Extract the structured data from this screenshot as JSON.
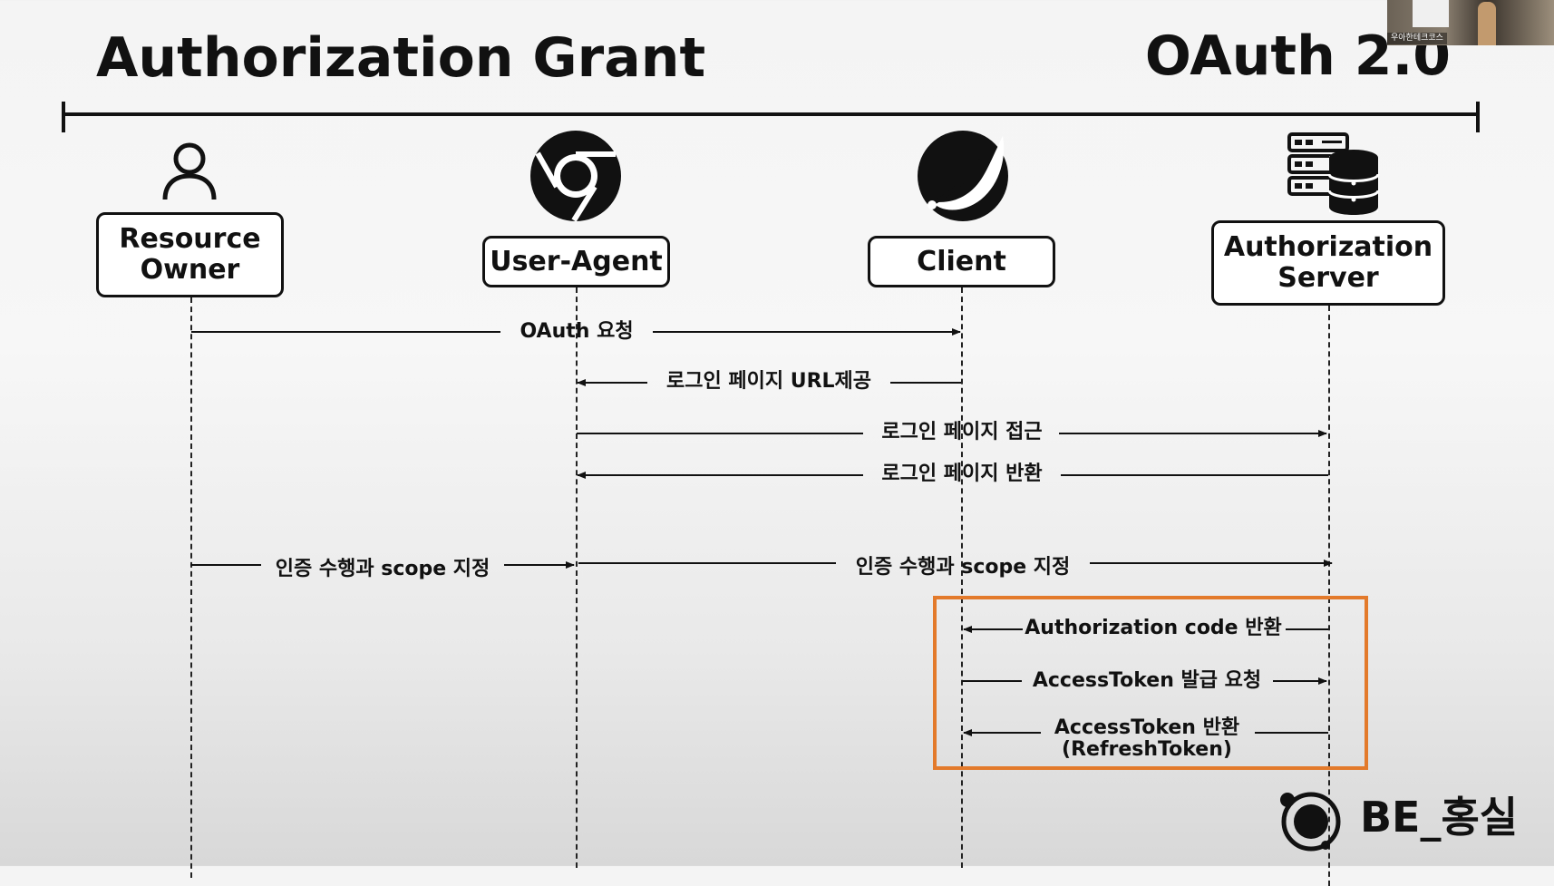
{
  "title": "Authorization Grant",
  "brand_right": "OAuth 2.0",
  "actors": [
    {
      "id": "ro",
      "label": "Resource\nOwner",
      "icon": "user-icon"
    },
    {
      "id": "ua",
      "label": "User-Agent",
      "icon": "chrome-icon"
    },
    {
      "id": "cl",
      "label": "Client",
      "icon": "spring-leaf-icon"
    },
    {
      "id": "as",
      "label": "Authorization\nServer",
      "icon": "server-database-icon"
    }
  ],
  "messages": [
    {
      "label": "OAuth 요청",
      "from": "ro",
      "to": "cl"
    },
    {
      "label": "로그인 페이지 URL제공",
      "from": "cl",
      "to": "ua"
    },
    {
      "label": "로그인 페이지 접근",
      "from": "ua",
      "to": "as"
    },
    {
      "label": "로그인 페이지 반환",
      "from": "as",
      "to": "ua"
    },
    {
      "label": "인증 수행과 scope 지정",
      "from": "ro",
      "to": "ua"
    },
    {
      "label": "인증 수행과 scope 지정",
      "from": "ua",
      "to": "as"
    },
    {
      "label": "Authorization code 반환",
      "from": "as",
      "to": "cl"
    },
    {
      "label": "AccessToken 발급 요청",
      "from": "cl",
      "to": "as"
    },
    {
      "label": "AccessToken 반환\n(RefreshToken)",
      "from": "as",
      "to": "cl"
    }
  ],
  "highlight_color": "#e37a2b",
  "brand_logo_text": "BE_홍실",
  "camera_overlay_label": "우아한테크코스"
}
